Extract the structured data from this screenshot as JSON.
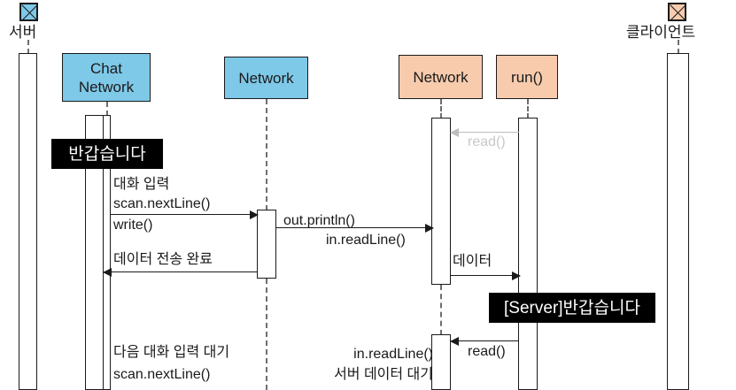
{
  "diagram": {
    "type": "uml-sequence-diagram",
    "title": "Chat client-server sequence",
    "colors": {
      "server_fill": "#7EC8E8",
      "client_fill": "#F8CBAD",
      "line": "#1a1a1a",
      "lifeline": "#6e6e6e",
      "faded": "#c8c8c8",
      "console_bg": "#000000",
      "console_fg": "#ffffff"
    }
  },
  "actors": [
    {
      "id": "server",
      "label": "서버",
      "icon": "actor-box-x-icon",
      "fill": "#7EC8E8"
    },
    {
      "id": "client",
      "label": "클라이언트",
      "icon": "actor-box-x-icon",
      "fill": "#F8CBAD"
    }
  ],
  "participants": [
    {
      "id": "chat-network",
      "label_line1": "Chat",
      "label_line2": "Network",
      "fill": "#7EC8E8"
    },
    {
      "id": "server-network",
      "label_line1": "Network",
      "label_line2": "",
      "fill": "#7EC8E8"
    },
    {
      "id": "client-network",
      "label_line1": "Network",
      "label_line2": "",
      "fill": "#F8CBAD"
    },
    {
      "id": "client-run",
      "label_line1": "run()",
      "label_line2": "",
      "fill": "#F8CBAD"
    }
  ],
  "messages": [
    {
      "id": "read-initial",
      "label": "read()",
      "faded": true,
      "direction": "left"
    },
    {
      "id": "chat-input",
      "label_line1": "대화 입력",
      "label_line2": "scan.nextLine()",
      "direction": "right"
    },
    {
      "id": "write",
      "label": "write()",
      "direction": "right"
    },
    {
      "id": "out-println",
      "label": "out.println()",
      "direction": "right"
    },
    {
      "id": "in-readline",
      "label": "in.readLine()",
      "direction": "right"
    },
    {
      "id": "send-complete",
      "label": "데이터 전송 완료",
      "direction": "left"
    },
    {
      "id": "data",
      "label": "데이터",
      "direction": "right"
    },
    {
      "id": "read-final",
      "label": "read()",
      "direction": "left"
    }
  ],
  "notes": [
    {
      "id": "wait-next-input",
      "label_line1": "다음 대화 입력 대기",
      "label_line2": "scan.nextLine()"
    },
    {
      "id": "wait-server-data",
      "label_line1": "in.readLine()",
      "label_line2": "서버 데이터 대기"
    }
  ],
  "consoles": [
    {
      "id": "server-console",
      "text": "반갑습니다"
    },
    {
      "id": "client-console",
      "text": "[Server]반갑습니다"
    }
  ]
}
